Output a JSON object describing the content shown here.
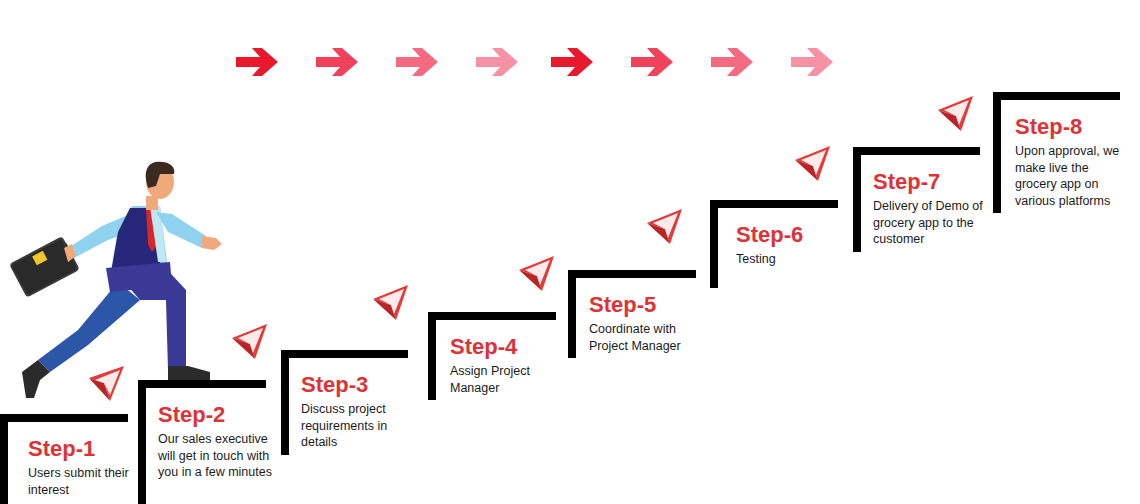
{
  "diagram": {
    "nodes": [
      {
        "text": [
          "Step-1",
          "Users submit their interest"
        ]
      },
      {
        "text": [
          "Step-2",
          "Our sales executive will get in touch with you in a few minutes"
        ]
      },
      {
        "text": [
          "Step-3",
          "Discuss project requirements in details"
        ]
      },
      {
        "text": [
          "Step-4",
          "Assign Project Manager"
        ]
      },
      {
        "text": [
          "Step-5",
          "Coordinate with Project Manager"
        ]
      },
      {
        "text": [
          "Step-6",
          "Testing"
        ]
      },
      {
        "text": [
          "Step-7",
          "Delivery of Demo of grocery app to the customer"
        ]
      },
      {
        "text": [
          "Step-8",
          "Upon approval, we make live the grocery app on various platforms"
        ]
      }
    ]
  }
}
